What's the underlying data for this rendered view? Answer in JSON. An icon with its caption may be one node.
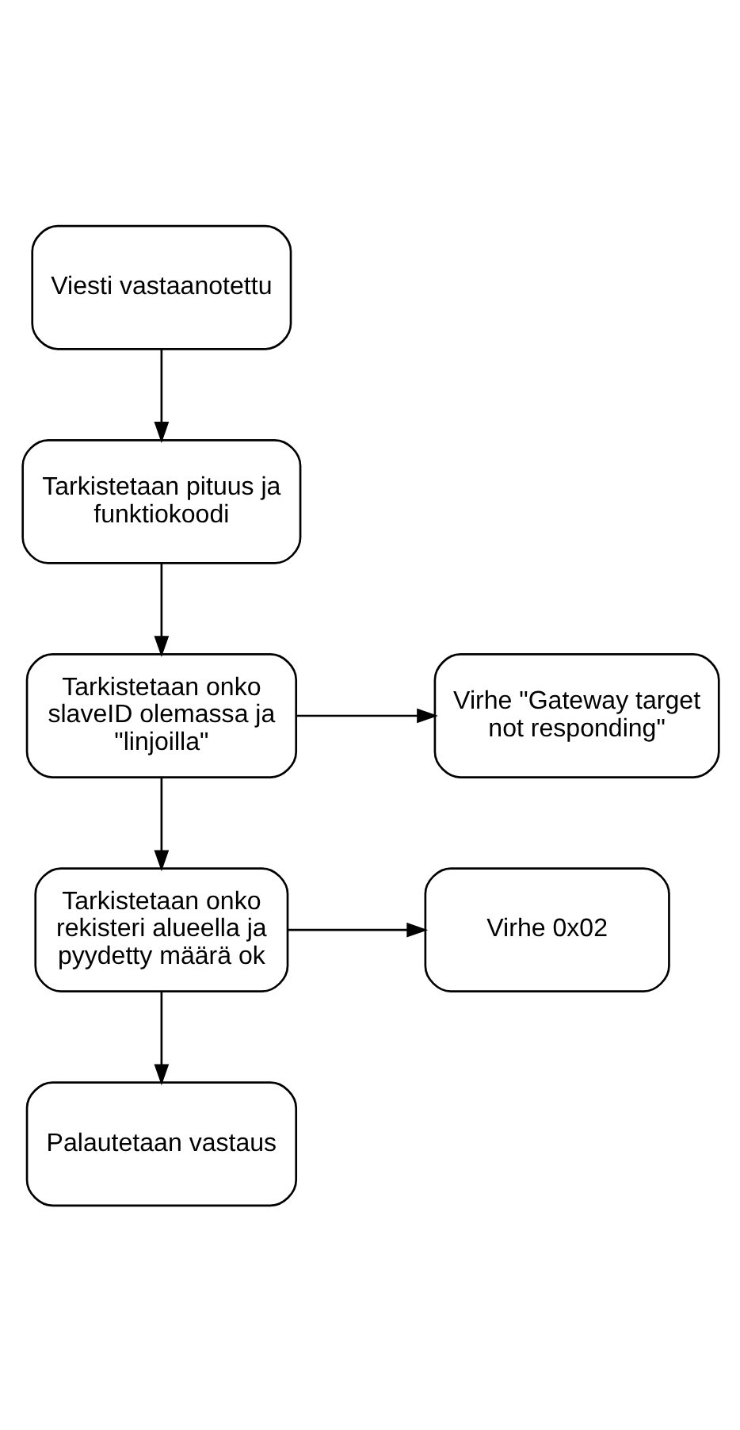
{
  "diagram": {
    "nodes": [
      {
        "text": [
          "Viesti vastaanotettu"
        ]
      },
      {
        "text": [
          "Tarkistetaan pituus ja funktiokoodi"
        ]
      },
      {
        "text": [
          "Tarkistetaan onko slaveID olemassa ja \"linjoilla\""
        ]
      },
      {
        "text": [
          "Virhe \"Gateway target not responding\""
        ]
      },
      {
        "text": [
          "Tarkistetaan onko rekisteri alueella ja pyydetty määrä ok"
        ]
      },
      {
        "text": [
          "Virhe 0x02"
        ]
      },
      {
        "text": [
          "Palautetaan vastaus"
        ]
      }
    ],
    "edges": [
      {
        "from": 0,
        "to": 1,
        "arrow": "to"
      },
      {
        "from": 1,
        "to": 2,
        "arrow": "to"
      },
      {
        "from": 2,
        "to": 3,
        "arrow": "to"
      },
      {
        "from": 2,
        "to": 4,
        "arrow": "to"
      },
      {
        "from": 4,
        "to": 5,
        "arrow": "to"
      },
      {
        "from": 4,
        "to": 6,
        "arrow": "to"
      }
    ]
  }
}
